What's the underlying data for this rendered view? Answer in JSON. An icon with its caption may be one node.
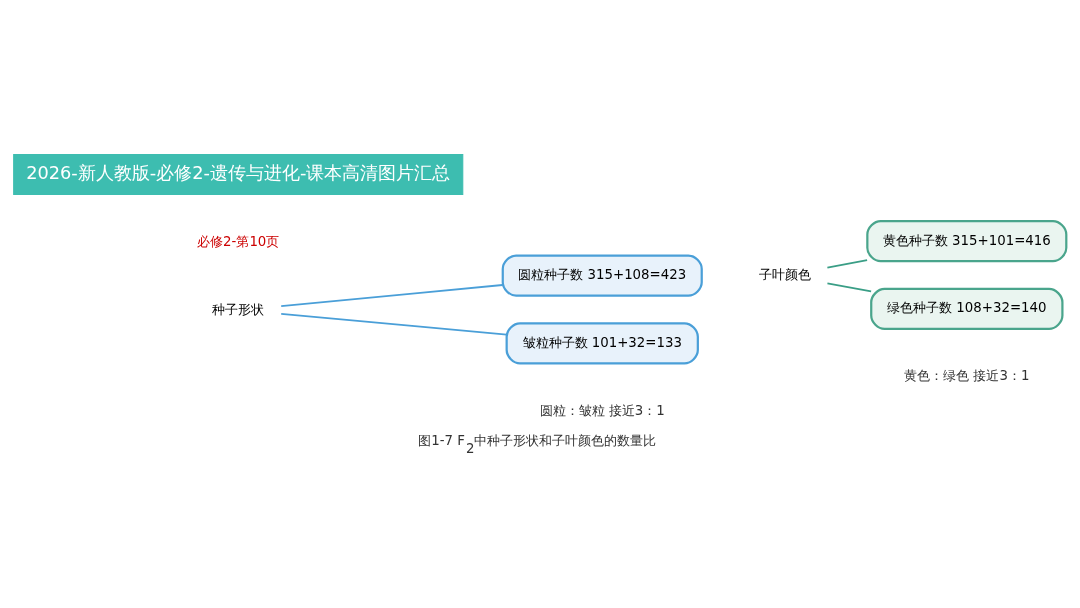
{
  "diagram": {
    "title": "2026-新人教版-必修2-遗传与进化-课本高清图片汇总",
    "caption": "图1-7 F$_{2}$中种子形状和子叶颜色的数量比",
    "nodes": [
      {
        "text": [
          "种子形状"
        ]
      },
      {
        "text": [
          "圆粒种子数 315+108=423"
        ]
      },
      {
        "text": [
          "皱粒种子数 101+32=133"
        ]
      },
      {
        "text": [
          "子叶颜色"
        ]
      },
      {
        "text": [
          "黄色种子数 315+101=416"
        ]
      },
      {
        "text": [
          "绿色种子数 108+32=140"
        ]
      }
    ],
    "edges": [
      {
        "from": 0,
        "to": 1,
        "arrow": "none"
      },
      {
        "from": 0,
        "to": 2,
        "arrow": "none"
      },
      {
        "from": 3,
        "to": 4,
        "arrow": "none",
        "color": "#3a9e86"
      },
      {
        "from": 3,
        "to": 5,
        "arrow": "none",
        "color": "#3a9e86"
      }
    ],
    "labels": [
      "必修2-第10页",
      "圆粒：皱粒 接近3：1",
      "黄色：绿色 接近3：1"
    ]
  }
}
